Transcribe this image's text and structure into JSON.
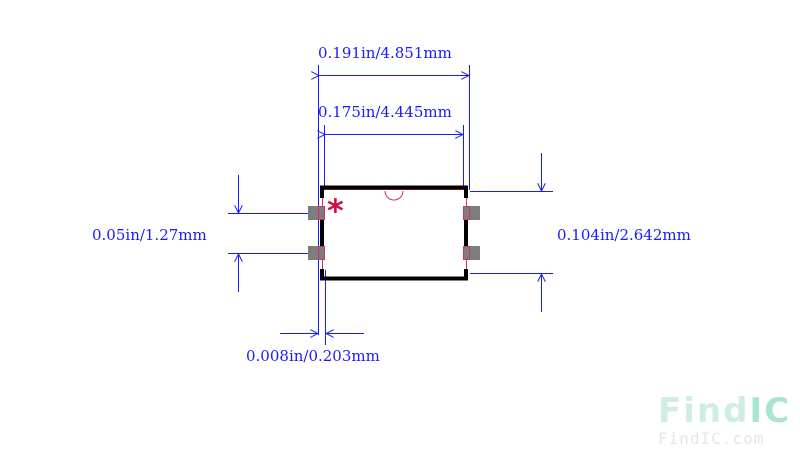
{
  "dimensions": {
    "overall_width": "0.191in/4.851mm",
    "inner_width": "0.175in/4.445mm",
    "pad_pitch": "0.05in/1.27mm",
    "body_height": "0.104in/2.642mm",
    "pad_gap": "0.008in/0.203mm"
  },
  "marker": {
    "pin1": "*"
  },
  "watermark": {
    "brand_find": "Find",
    "brand_ic": "IC",
    "site": "FindIC.com"
  },
  "colors": {
    "dimension": "#1a1aff",
    "outline": "#000000",
    "pad": "#7d7d7d",
    "pad_outline": "#cc3366",
    "pin1": "#cc1144",
    "watermark_find": "#cfeee3",
    "watermark_ic": "#a8e6cf"
  }
}
